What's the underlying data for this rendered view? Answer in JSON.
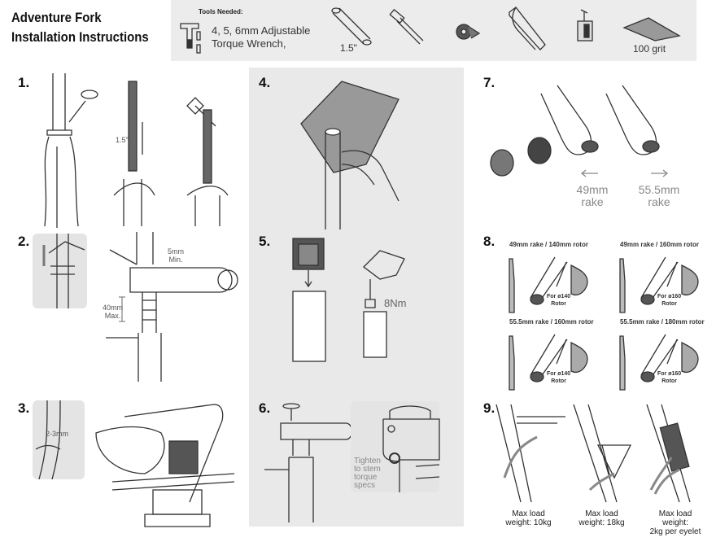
{
  "title": [
    "Adventure Fork",
    "Installation Instructions"
  ],
  "tools": {
    "heading": "Tools Needed:",
    "wrench": [
      "4, 5, 6mm Adjustable",
      "Torque Wrench,"
    ],
    "tube_size": "1.5\"",
    "sandpaper": "100 grit",
    "icons": [
      "torque-wrench-icon",
      "tube-icon",
      "mallet-icon",
      "tape-icon",
      "hacksaw-icon",
      "saw-guide-icon",
      "sandpaper-icon"
    ]
  },
  "steps": {
    "s1": {
      "num": "1.",
      "tube": "1.5\""
    },
    "s2": {
      "num": "2.",
      "gap": [
        "5mm",
        "Min."
      ],
      "spacer": [
        "40mm",
        "Max."
      ]
    },
    "s3": {
      "num": "3.",
      "cut": "2-3mm"
    },
    "s4": {
      "num": "4."
    },
    "s5": {
      "num": "5.",
      "torque": "8Nm"
    },
    "s6": {
      "num": "6.",
      "note": [
        "Tighten",
        "to stem",
        "torque",
        "specs"
      ]
    },
    "s7": {
      "num": "7.",
      "left": [
        "49mm",
        "rake"
      ],
      "right": [
        "55.5mm",
        "rake"
      ]
    },
    "s8": {
      "num": "8.",
      "panels": [
        {
          "title": "49mm rake / 140mm rotor",
          "note": [
            "For ø140",
            "Rotor"
          ]
        },
        {
          "title": "49mm rake / 160mm rotor",
          "note": [
            "For ø160",
            "Rotor"
          ]
        },
        {
          "title": "55.5mm rake / 160mm rotor",
          "note": [
            "For ø140",
            "Rotor"
          ]
        },
        {
          "title": "55.5mm rake / 180mm rotor",
          "note": [
            "For ø160",
            "Rotor"
          ]
        }
      ]
    },
    "s9": {
      "num": "9.",
      "loads": [
        [
          "Max load",
          "weight: 10kg"
        ],
        [
          "Max load",
          "weight: 18kg"
        ],
        [
          "Max load",
          "weight:",
          "2kg per eyelet"
        ]
      ]
    }
  }
}
